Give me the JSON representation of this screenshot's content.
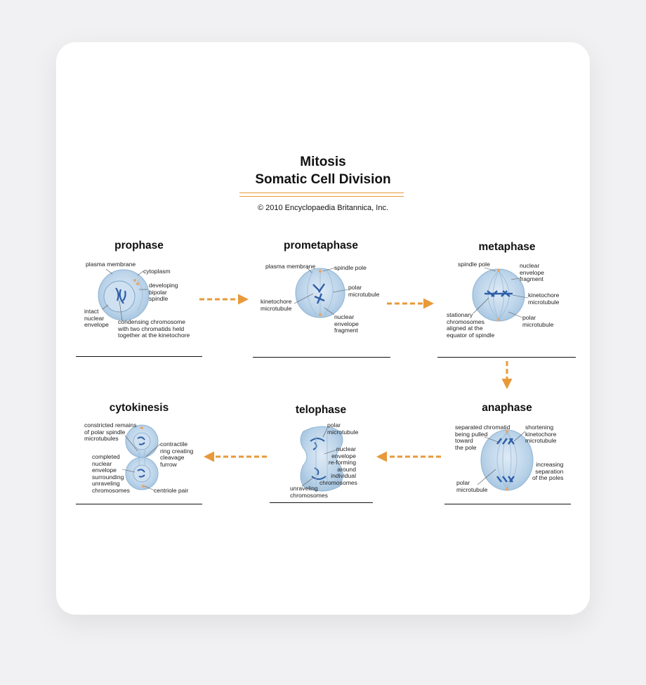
{
  "title_line1": "Mitosis",
  "title_line2": "Somatic Cell Division",
  "copyright": "© 2010 Encyclopaedia Britannica, Inc.",
  "colors": {
    "arrow": "#e8993a",
    "cell_fill": "#bcd6ea",
    "cell_edge": "#8fb4d3",
    "chromosome": "#2e5fa7",
    "centriole": "#e8a76a"
  },
  "phases": {
    "prophase": {
      "title": "prophase",
      "labels": {
        "plasma_membrane": "plasma membrane",
        "cytoplasm": "cytoplasm",
        "spindle": "developing\nbipolar\nspindle",
        "envelope": "intact\nnuclear\nenvelope",
        "chromosome": "condensing chromosome\nwith two chromatids held\ntogether at the kinetochore"
      }
    },
    "prometaphase": {
      "title": "prometaphase",
      "labels": {
        "plasma_membrane": "plasma membrane",
        "spindle_pole": "spindle pole",
        "polar": "polar\nmicrotubule",
        "kinetochore": "kinetochore\nmicrotubule",
        "fragment": "nuclear\nenvelope\nfragment"
      }
    },
    "metaphase": {
      "title": "metaphase",
      "labels": {
        "spindle_pole": "spindle pole",
        "fragment": "nuclear\nenvelope\nfragment",
        "kinetochore": "kinetochore\nmicrotubule",
        "polar": "polar\nmicrotubule",
        "stationary": "stationary\nchromosomes\naligned at the\nequator of spindle"
      }
    },
    "anaphase": {
      "title": "anaphase",
      "labels": {
        "separated": "separated chromatid\nbeing pulled\ntoward\nthe pole",
        "shortening": "shortening\nkinetochore\nmicrotubule",
        "increasing": "increasing\nseparation\nof the poles",
        "polar": "polar\nmicrotubule"
      }
    },
    "telophase": {
      "title": "telophase",
      "labels": {
        "polar": "polar\nmicrotubule",
        "envelope": "nuclear\nenvelope\nre-forming\naround\nindividual\nchromosomes",
        "unraveling": "unraveling\nchromosomes"
      }
    },
    "cytokinesis": {
      "title": "cytokinesis",
      "labels": {
        "remains": "constricted remains\nof polar spindle\nmicrotubules",
        "ring": "contractile\nring creating\ncleavage\nfurrow",
        "completed": "completed\nnuclear\nenvelope\nsurrounding\nunraveling\nchromosomes",
        "centriole": "centriole pair"
      }
    }
  }
}
